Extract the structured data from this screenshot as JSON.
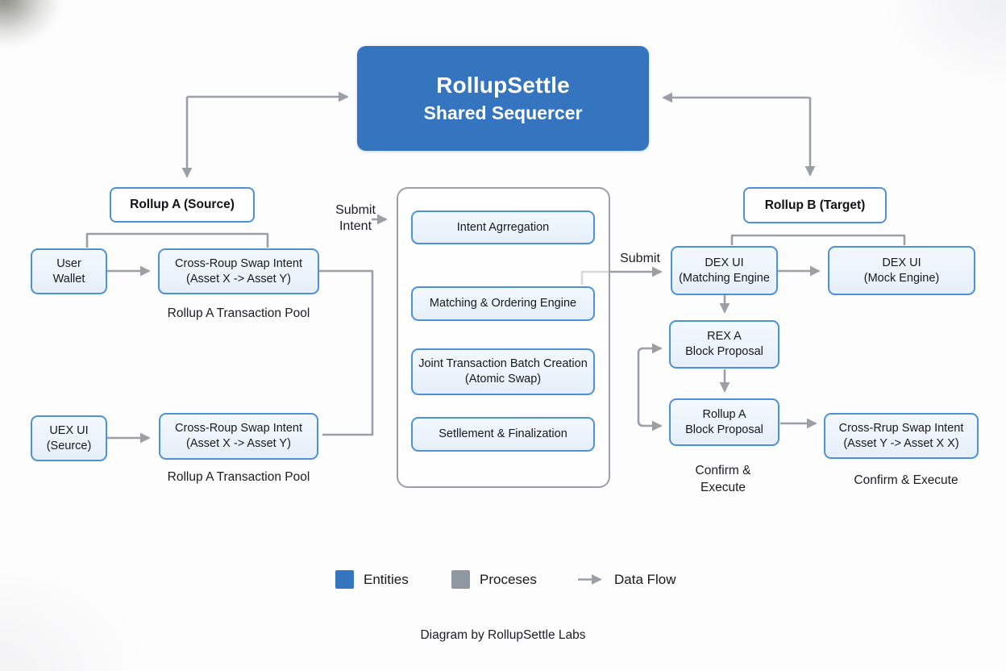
{
  "diagram": {
    "sequencer": {
      "line1": "RollupSettle",
      "line2": "Shared Sequercer"
    },
    "rollup_a": {
      "header": "Rollup A (Source)",
      "user_wallet": {
        "line1": "User",
        "line2": "Wallet"
      },
      "swap_intent_top": {
        "line1": "Cross-Roup Swap Intent",
        "line2": "(Asset X -> Asset Y)"
      },
      "pool_label_top": "Rollup A Transaction Pool",
      "uex_ui": {
        "line1": "UEX UI",
        "line2": "(Seurce)"
      },
      "swap_intent_bottom": {
        "line1": "Cross-Roup Swap Intent",
        "line2": "(Asset X -> Asset Y)"
      },
      "pool_label_bottom": "Rollup A Transaction Pool"
    },
    "pipeline": {
      "intent_aggregation": "Intent Agrregation",
      "matching_engine": "Matching & Ordering Engine",
      "batch_creation": {
        "line1": "Joint Transaction Batch Creation",
        "line2": "(Atomic Swap)"
      },
      "settlement": "Setllement & Finalization"
    },
    "rollup_b": {
      "header": "Rollup B (Target)",
      "dex_ui_matching": {
        "line1": "DEX UI",
        "line2": "(Matching Engine"
      },
      "dex_ui_mock": {
        "line1": "DEX UI",
        "line2": "(Mock Engine)"
      },
      "rex_a_block": {
        "line1": "REX A",
        "line2": "Block Proposal"
      },
      "rollup_a_block": {
        "line1": "Rollup A",
        "line2": "Block Proposal"
      },
      "swap_intent_target": {
        "line1": "Cross-Rrup Swap Intent",
        "line2": "(Asset Y -> Asset X X)"
      },
      "confirm_execute_stacked": {
        "line1": "Confirm &",
        "line2": "Execute"
      },
      "confirm_execute_inline": "Confirm & Execute"
    },
    "edge_labels": {
      "submit_intent": {
        "line1": "Submit",
        "line2": "Intent"
      },
      "submit": "Submit"
    }
  },
  "legend": {
    "entities": "Entities",
    "processes": "Proceses",
    "data_flow": "Data Flow"
  },
  "footer": "Diagram by RollupSettle Labs",
  "colors": {
    "entity_blue": "#3575bf",
    "process_gray": "#8f97a0",
    "flow_line": "#9aa0a6",
    "node_fill": "#eaf2fb",
    "node_border": "#4d91d8",
    "text": "#17191c"
  }
}
